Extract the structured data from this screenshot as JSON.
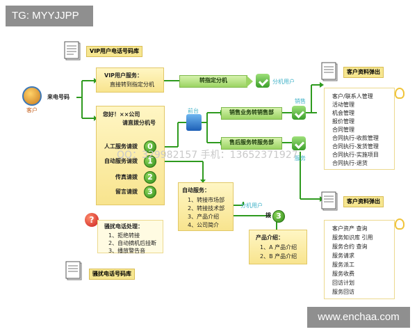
{
  "tags": {
    "top_left": "TG: MYYJJPP",
    "bottom_right": "www.enchaa.com"
  },
  "doc_labels": {
    "vip_db": "VIP用户电话号码库",
    "customer_info_top": "客户资料弹出",
    "customer_info_bottom": "客户资料弹出",
    "harass_db": "骚扰电话号码库"
  },
  "customer": {
    "label": "客户",
    "incoming": "来电号码"
  },
  "vip_service": {
    "title": "VIP用户服务：",
    "desc": "直接转到指定分机"
  },
  "transfer": {
    "to_ext": "转指定分机",
    "ext_user_top": "分机用户"
  },
  "greeting": {
    "line1": "您好！××公司",
    "line2": "请直拨分机号"
  },
  "menu": [
    {
      "label": "人工服务请拨",
      "num": "0"
    },
    {
      "label": "自动服务请拨",
      "num": "1"
    },
    {
      "label": "传真请拨",
      "num": "2"
    },
    {
      "label": "留言请拨",
      "num": "3"
    }
  ],
  "routing": {
    "label": "前台",
    "sales_transfer": "销售业务转销售部",
    "sales": "销售",
    "aftersales_transfer": "售后服务转服务部",
    "service": "服务"
  },
  "watermark": "QQ：329982157   手机：13652371927",
  "auto_service": {
    "title": "自动服务：",
    "items": [
      "1、转接市场部",
      "2、转接技术部",
      "3、产品介绍",
      "4、公司简介"
    ],
    "ext_user": "分机用户",
    "dial": "拨",
    "num": "3"
  },
  "product": {
    "title": "产品介绍：",
    "items": [
      "1、A 产品介绍",
      "2、B 产品介绍"
    ]
  },
  "harass": {
    "title": "骚扰电话处理：",
    "items": [
      "1、拒绝转接",
      "2、自动摘机后挂断",
      "3、播放警告音"
    ]
  },
  "crm_top": [
    "客户/联系人管理",
    "活动管理",
    "机会管理",
    "报价管理",
    "合同管理",
    "合同执行-收款管理",
    "合同执行-发货管理",
    "合同执行-实施项目",
    "合同执行-退货"
  ],
  "crm_bottom": [
    "客户资产  查询",
    "服务知识库 引用",
    "服务合约  查询",
    "服务请求",
    "服务派工",
    "服务收费",
    "回访计划",
    "服务回访"
  ],
  "colors": {
    "green": "#2e9a1e",
    "yellow": "#f8e48e",
    "tag": "#8f8f8f"
  }
}
